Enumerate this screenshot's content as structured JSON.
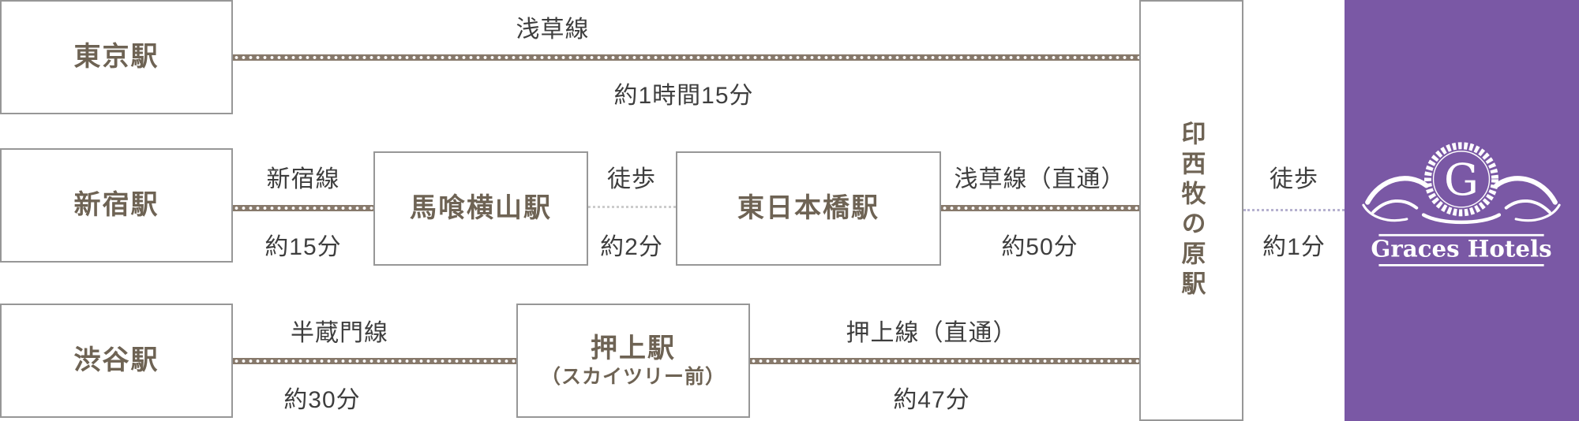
{
  "routes": {
    "tokyo": {
      "origin": "東京駅",
      "line1": "浅草線",
      "time1": "約1時間15分"
    },
    "shinjuku": {
      "origin": "新宿駅",
      "line1": "新宿線",
      "time1": "約15分",
      "via1": "馬喰横山駅",
      "walk_label": "徒歩",
      "walk_time": "約2分",
      "via2": "東日本橋駅",
      "line2": "浅草線（直通）",
      "time2": "約50分"
    },
    "shibuya": {
      "origin": "渋谷駅",
      "line1": "半蔵門線",
      "time1": "約30分",
      "via1": "押上駅",
      "via1_sub": "（スカイツリー前）",
      "line2": "押上線（直通）",
      "time2": "約47分"
    }
  },
  "destination": {
    "station": "印西牧の原駅",
    "walk_label": "徒歩",
    "walk_time": "約1分"
  },
  "hotel": {
    "brand": "Graces Hotels",
    "monogram": "G"
  },
  "colors": {
    "accent_purple": "#7a58a5",
    "rail_brown": "#87796b",
    "station_text": "#6e6354",
    "box_border": "#979797",
    "label_text": "#3e3e3e"
  }
}
